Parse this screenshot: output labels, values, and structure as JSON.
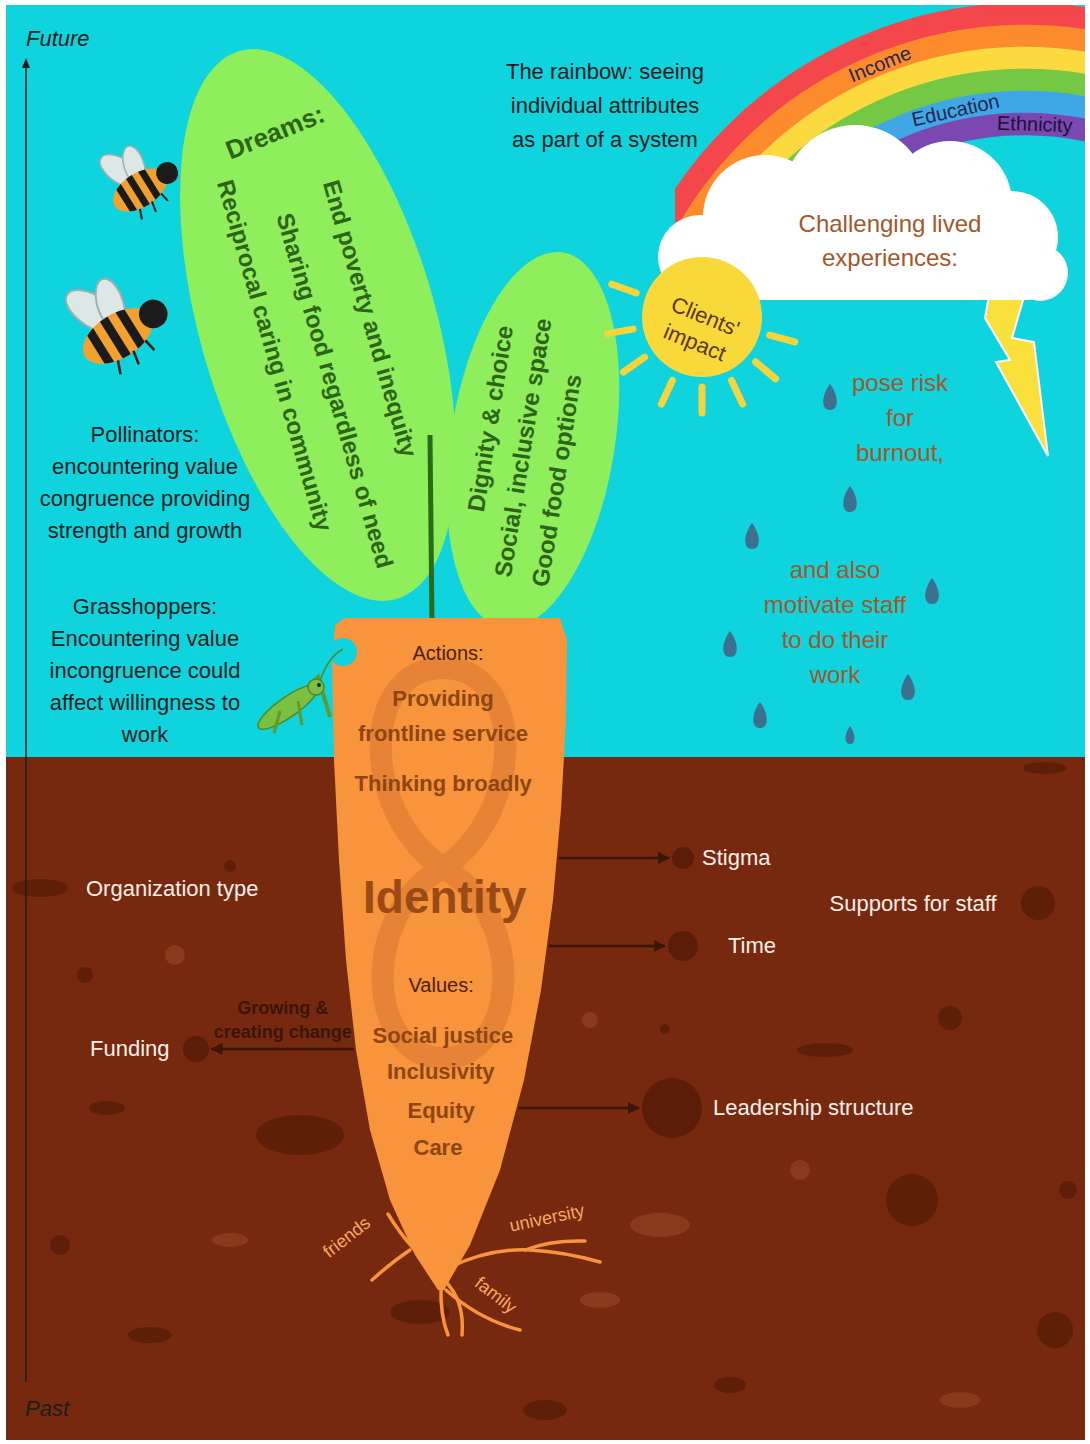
{
  "diagram": {
    "nodes": [
      {
        "text": [
          "Dreams:",
          "End poverty and inequity",
          "Sharing food regardless of need",
          "Reciprocal caring in community"
        ]
      },
      {
        "text": [
          "Dignity & choice",
          "Social, inclusive space",
          "Good food options"
        ]
      },
      {
        "text": [
          "Clients' impact"
        ]
      },
      {
        "text": [
          "Challenging lived experiences:"
        ]
      },
      {
        "text": [
          "Actions:",
          "Providing frontline service",
          "Thinking broadly",
          "Identity",
          "Values:",
          "Social justice",
          "Inclusivity",
          "Equity",
          "Care"
        ]
      },
      {
        "text": [
          "Stigma"
        ]
      },
      {
        "text": [
          "Time"
        ]
      },
      {
        "text": [
          "Funding"
        ]
      },
      {
        "text": [
          "Leadership structure"
        ]
      }
    ],
    "edges": [
      {
        "from": 4,
        "to": 5,
        "arrow": "to"
      },
      {
        "from": 4,
        "to": 6,
        "arrow": "to"
      },
      {
        "from": 4,
        "to": 7,
        "label": "Growing & creating change",
        "arrow": "to"
      },
      {
        "from": 4,
        "to": 8,
        "arrow": "to"
      }
    ],
    "labels": [
      "Future",
      "Past",
      "The rainbow: seeing individual attributes as part of a system",
      "Income",
      "Education",
      "Ethnicity",
      "pose risk for burnout,",
      "and also motivate staff to do their work",
      "Pollinators: encountering value congruence providing strength and growth",
      "Grasshoppers: Encountering value incongruence could affect willingness to work",
      "Organization type",
      "Supports for staff",
      "friends",
      "university",
      "family"
    ]
  }
}
